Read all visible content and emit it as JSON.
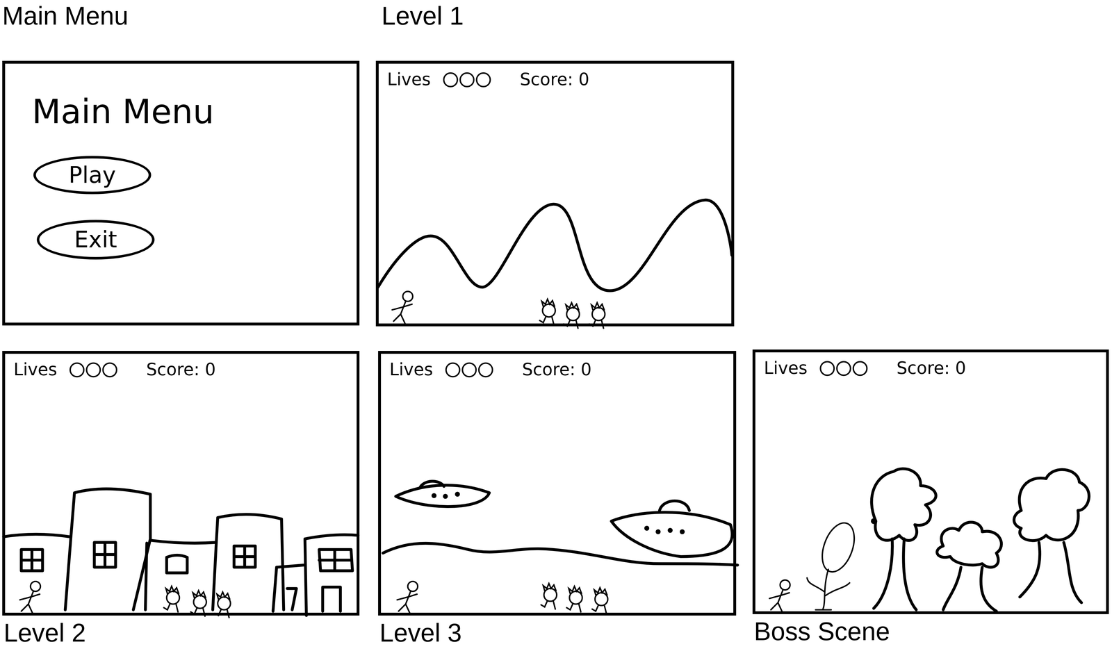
{
  "diagram": {
    "nodes": [
      {
        "text": [
          "Main Menu",
          "Main Menu"
        ]
      },
      {
        "text": [
          "Play"
        ],
        "in": 0
      },
      {
        "text": [
          "Exit"
        ],
        "in": 0
      },
      {
        "text": [
          "Level 1",
          "Lives",
          "Score: 0"
        ]
      },
      {
        "text": [
          "Level 2",
          "Lives",
          "Score: 0"
        ]
      },
      {
        "text": [
          "Level 3",
          "Lives",
          "Score: 0"
        ]
      },
      {
        "text": [
          "Boss Scene",
          "Lives",
          "Score: 0"
        ]
      }
    ]
  }
}
